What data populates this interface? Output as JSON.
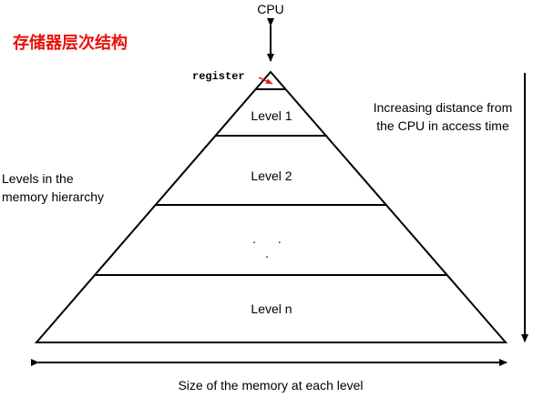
{
  "diagram": {
    "title": "存储器层次结构",
    "cpu_label": "CPU",
    "register_label": "register",
    "levels": [
      {
        "label": "Level 1"
      },
      {
        "label": "Level 2"
      },
      {
        "label": ". . ."
      },
      {
        "label": "Level n"
      }
    ],
    "levels_caption": "Levels in the memory hierarchy",
    "distance_caption": "Increasing distance from the CPU in access time",
    "size_caption": "Size of the memory at each level",
    "colors": {
      "title": "#e8120a",
      "register_arrow": "#e8120a",
      "lines": "#000000",
      "background": "#ffffff"
    },
    "icons": {
      "cpu_link": "double-vertical-arrow-icon",
      "size_axis": "double-horizontal-arrow-icon",
      "distance_axis": "down-arrow-icon",
      "register_pointer": "red-pointer-arrow-icon"
    }
  }
}
